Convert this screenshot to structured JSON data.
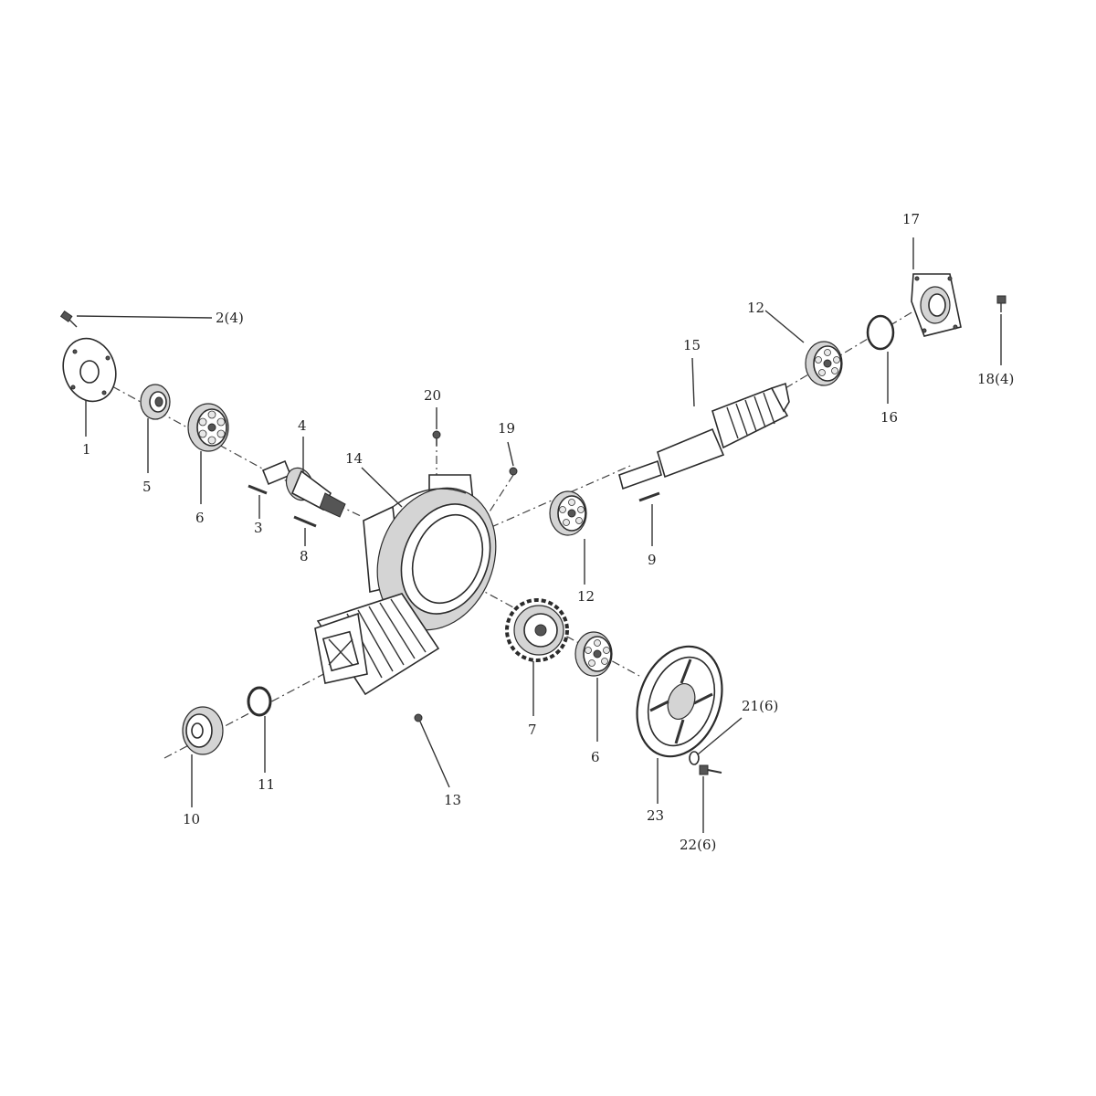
{
  "labels": {
    "p1": "1",
    "p2": "2(4)",
    "p3": "3",
    "p4": "4",
    "p5": "5",
    "p6a": "6",
    "p6b": "6",
    "p7": "7",
    "p8": "8",
    "p9": "9",
    "p10": "10",
    "p11": "11",
    "p12a": "12",
    "p12b": "12",
    "p13": "13",
    "p14": "14",
    "p15": "15",
    "p16": "16",
    "p17": "17",
    "p18": "18(4)",
    "p19": "19",
    "p20": "20",
    "p21": "21(6)",
    "p22": "22(6)",
    "p23": "23"
  }
}
